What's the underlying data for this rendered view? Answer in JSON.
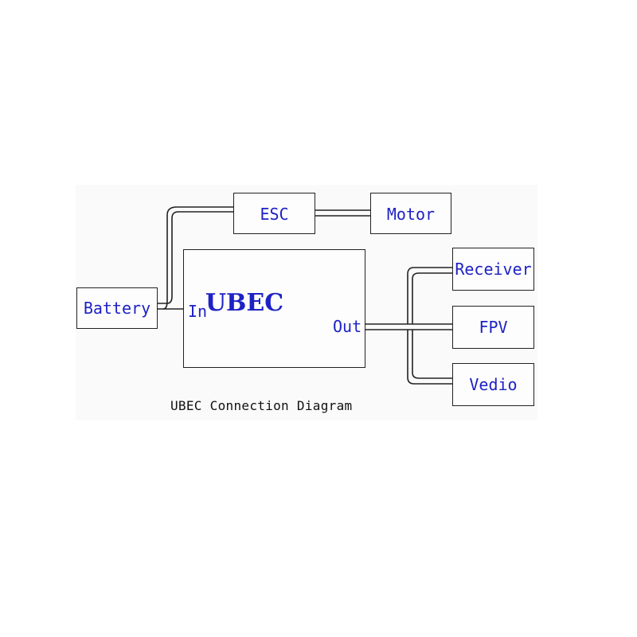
{
  "colors": {
    "label": "#1e22c4",
    "line": "#222222",
    "caption": "#111111"
  },
  "nodes": {
    "battery": "Battery",
    "esc": "ESC",
    "motor": "Motor",
    "ubec": "UBEC",
    "in": "In",
    "out": "Out",
    "receiver": "Receiver",
    "fpv": "FPV",
    "vedio": "Vedio"
  },
  "caption": "UBEC Connection Diagram"
}
